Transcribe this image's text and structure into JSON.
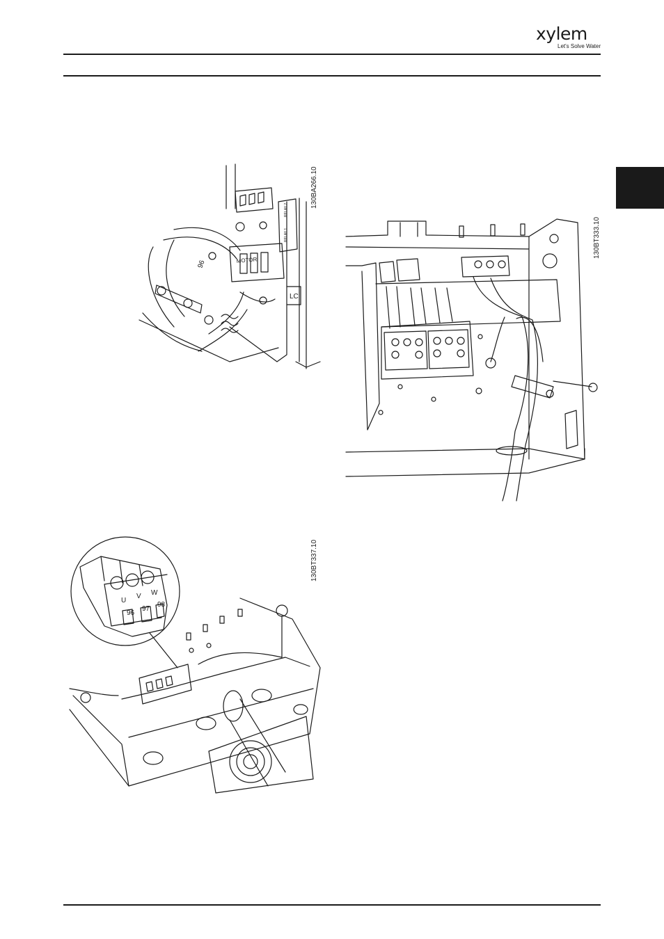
{
  "header": {
    "logo_word": "xylem",
    "logo_tagline": "Let's Solve Water"
  },
  "figures": [
    {
      "code": "130BA266.10",
      "labels": [
        "96",
        "MOTOR",
        "LC",
        "RELAY 1",
        "RELAY 2"
      ]
    },
    {
      "code": "130BT333.10"
    },
    {
      "code": "130BT337.10",
      "terminal_letters": [
        "U",
        "V",
        "W"
      ],
      "terminal_numbers": [
        "96",
        "97",
        "98"
      ]
    }
  ]
}
